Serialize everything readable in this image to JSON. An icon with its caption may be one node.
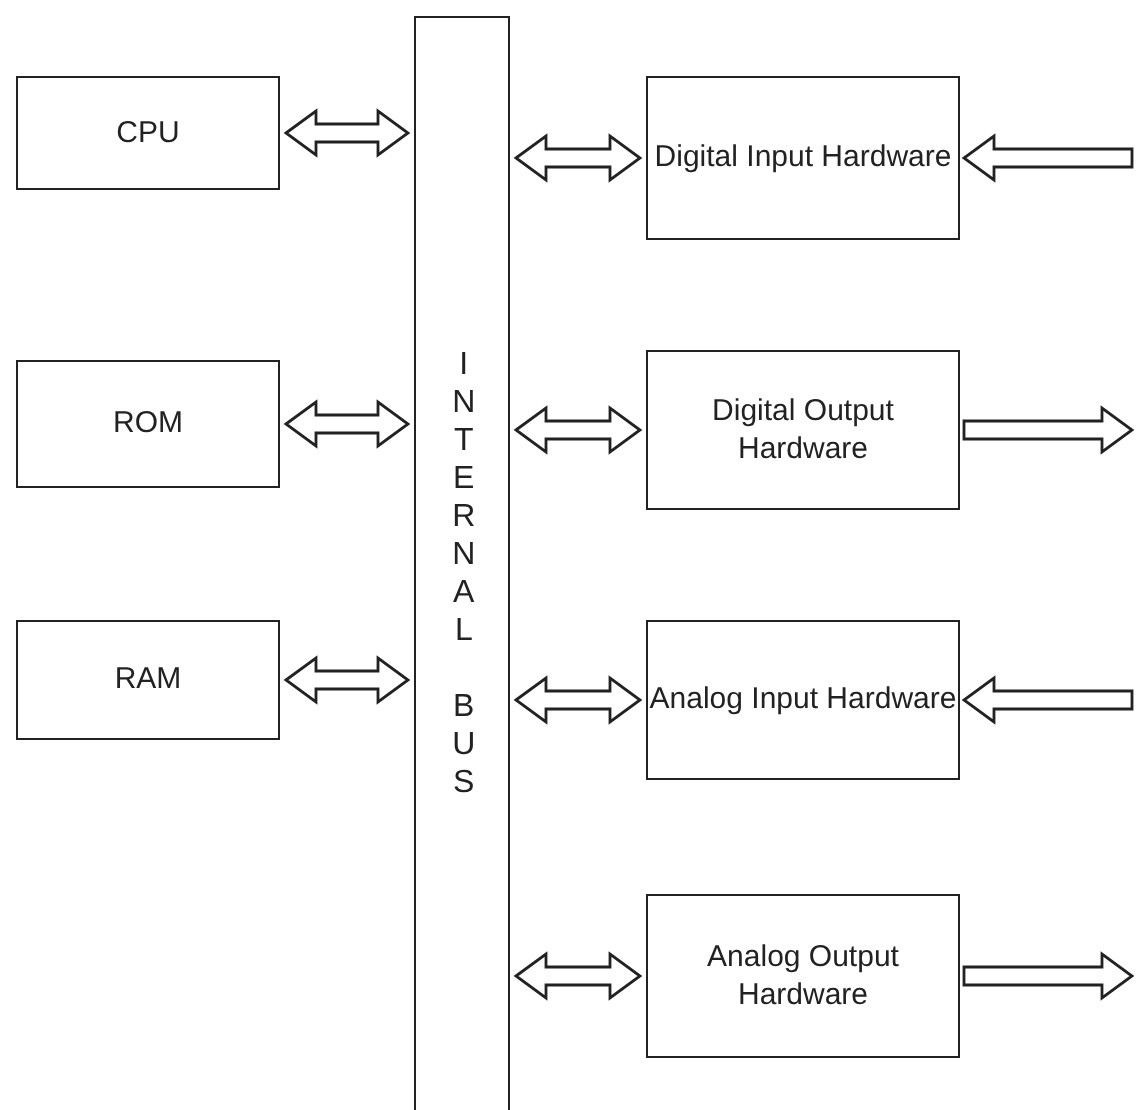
{
  "diagram": {
    "nodes": [
      {
        "text": [
          "CPU"
        ]
      },
      {
        "text": [
          "ROM"
        ]
      },
      {
        "text": [
          "RAM"
        ]
      },
      {
        "text": [
          "INTERNAL BUS"
        ]
      },
      {
        "text": [
          "Digital Input Hardware"
        ]
      },
      {
        "text": [
          "Digital Output Hardware"
        ]
      },
      {
        "text": [
          "Analog Input Hardware"
        ]
      },
      {
        "text": [
          "Analog Output Hardware"
        ]
      }
    ],
    "edges": [
      {
        "from": 0,
        "to": 3,
        "arrow": "both"
      },
      {
        "from": 1,
        "to": 3,
        "arrow": "both"
      },
      {
        "from": 2,
        "to": 3,
        "arrow": "both"
      },
      {
        "from": 3,
        "to": 4,
        "arrow": "both"
      },
      {
        "from": 3,
        "to": 5,
        "arrow": "both"
      },
      {
        "from": 3,
        "to": 6,
        "arrow": "both"
      },
      {
        "from": 3,
        "to": 7,
        "arrow": "both"
      },
      {
        "from": null,
        "to": 4,
        "arrow": "to"
      },
      {
        "from": 5,
        "to": null,
        "arrow": "to"
      },
      {
        "from": null,
        "to": 6,
        "arrow": "to"
      },
      {
        "from": 7,
        "to": null,
        "arrow": "to"
      }
    ]
  }
}
